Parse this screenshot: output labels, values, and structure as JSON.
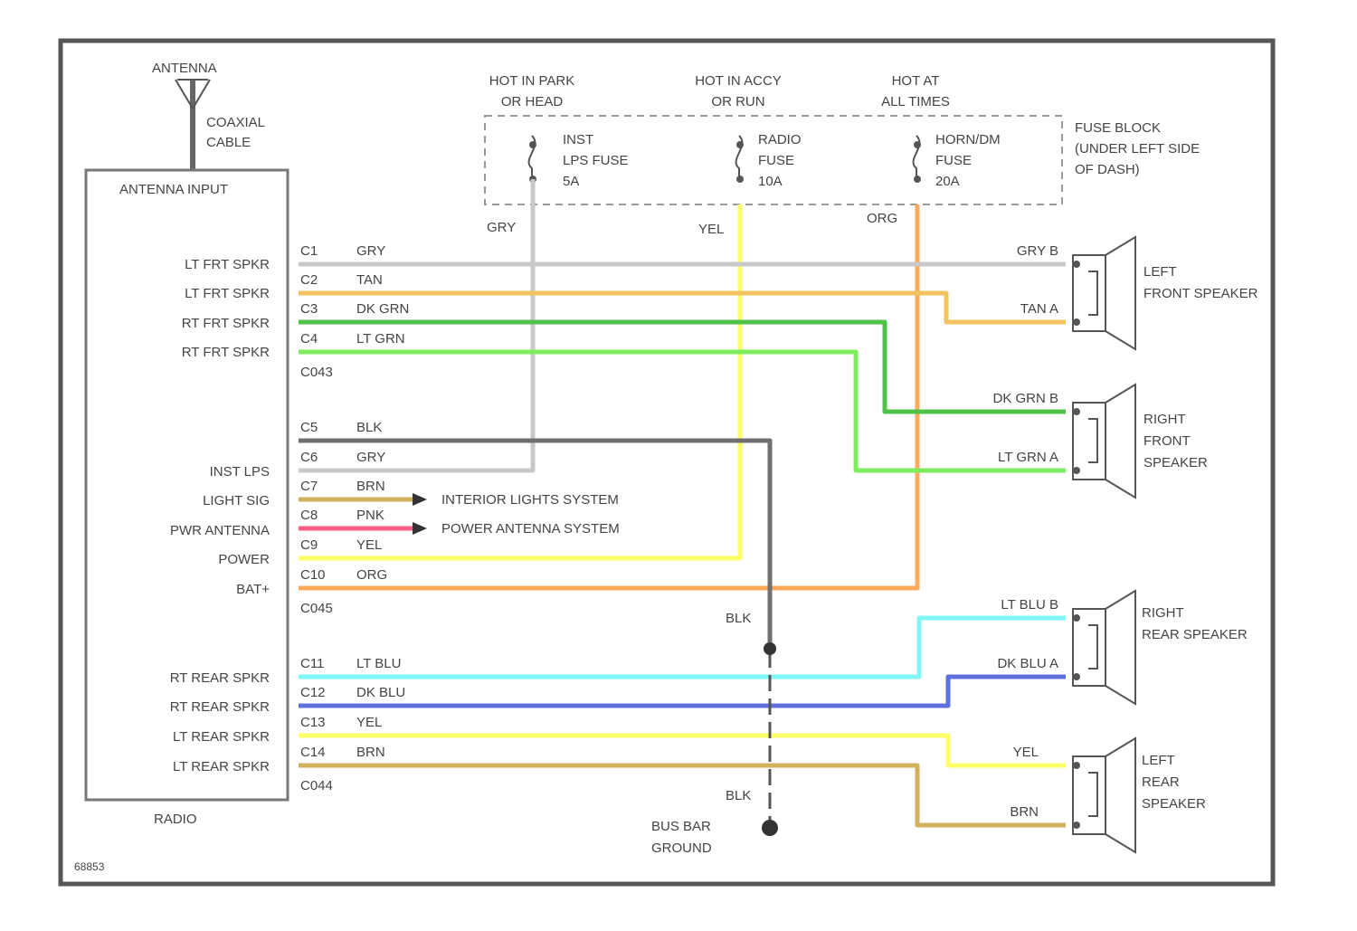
{
  "title": "",
  "antenna": {
    "label": "ANTENNA",
    "cable": [
      "COAXIAL",
      "CABLE"
    ]
  },
  "radio": {
    "name": "RADIO",
    "antenna_input": "ANTENNA INPUT",
    "pins": [
      "LT FRT SPKR",
      "LT FRT SPKR",
      "RT FRT SPKR",
      "RT FRT SPKR",
      "INST LPS",
      "LIGHT SIG",
      "PWR ANTENNA",
      "POWER",
      "BAT+",
      "RT REAR SPKR",
      "RT REAR SPKR",
      "LT REAR SPKR",
      "LT REAR SPKR"
    ]
  },
  "connectors": {
    "c1": "C1",
    "c2": "C2",
    "c3": "C3",
    "c4": "C4",
    "c5": "C5",
    "c6": "C6",
    "c7": "C7",
    "c8": "C8",
    "c9": "C9",
    "c10": "C10",
    "c11": "C11",
    "c12": "C12",
    "c13": "C13",
    "c14": "C14",
    "block1": "C043",
    "block2": "C045",
    "block3": "C044"
  },
  "wires": {
    "c1": "GRY",
    "c2": "TAN",
    "c3": "DK GRN",
    "c4": "LT GRN",
    "c5": "BLK",
    "c6": "GRY",
    "c7": "BRN",
    "c8": "PNK",
    "c9": "YEL",
    "c10": "ORG",
    "c11": "LT BLU",
    "c12": "DK BLU",
    "c13": "YEL",
    "c14": "BRN",
    "fuse1_out": "GRY",
    "fuse2_out": "YEL",
    "fuse3_out": "ORG",
    "ground_upper": "BLK",
    "ground_lower": "BLK",
    "lf_b": "GRY B",
    "lf_a": "TAN A",
    "rf_b": "DK GRN B",
    "rf_a": "LT GRN A",
    "rr_b": "LT BLU B",
    "rr_a": "DK BLU A",
    "lr_b": "YEL",
    "lr_a": "BRN"
  },
  "fuses": [
    {
      "hot": [
        "HOT IN PARK",
        "OR HEAD"
      ],
      "name": [
        "INST",
        "LPS FUSE",
        "5A"
      ]
    },
    {
      "hot": [
        "HOT IN ACCY",
        "OR RUN"
      ],
      "name": [
        "RADIO",
        "FUSE",
        "10A"
      ]
    },
    {
      "hot": [
        "HOT AT",
        "ALL TIMES"
      ],
      "name": [
        "HORN/DM",
        "FUSE",
        "20A"
      ]
    }
  ],
  "fuse_block": [
    "FUSE BLOCK",
    "(UNDER LEFT SIDE",
    "OF DASH)"
  ],
  "systems": {
    "interior": "INTERIOR LIGHTS SYSTEM",
    "antenna": "POWER ANTENNA SYSTEM"
  },
  "speakers": {
    "left_front": [
      "LEFT",
      "FRONT SPEAKER"
    ],
    "right_front": [
      "RIGHT",
      "FRONT",
      "SPEAKER"
    ],
    "right_rear": [
      "RIGHT",
      "REAR SPEAKER"
    ],
    "left_rear": [
      "LEFT",
      "REAR",
      "SPEAKER"
    ]
  },
  "ground": [
    "BUS BAR",
    "GROUND"
  ],
  "figure_id": "68853",
  "colors": {
    "GRY": "#c8c8c8",
    "TAN": "#f2c35e",
    "DK_GRN": "#4fc24a",
    "LT_GRN": "#7ded5e",
    "BLK": "#707070",
    "BRN": "#d2b25c",
    "PNK": "#ff5f87",
    "YEL": "#ffff66",
    "ORG": "#ffa95a",
    "LT_BLU": "#7ff7f7",
    "DK_BLU": "#5e70de",
    "frame": "#555555"
  }
}
